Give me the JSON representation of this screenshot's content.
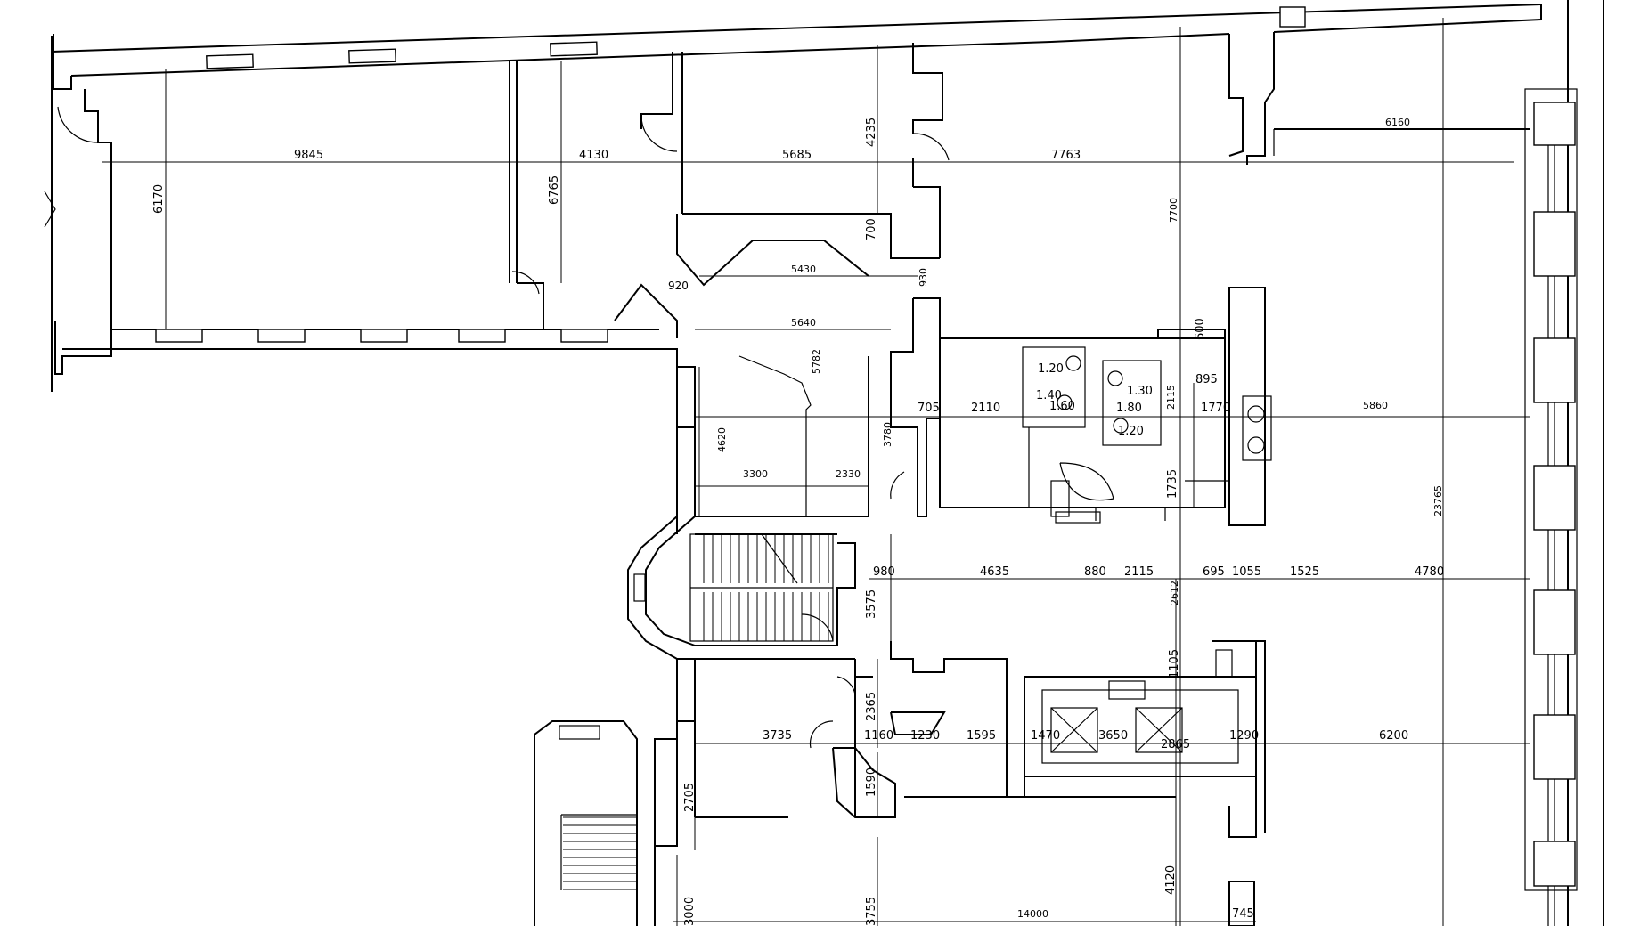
{
  "plan": {
    "dimensions": {
      "d9845": "9845",
      "d4130": "4130",
      "d5685": "5685",
      "d7763": "7763",
      "d6160": "6160",
      "d6170": "6170",
      "d6765": "6765",
      "d4235": "4235",
      "d7700": "7700",
      "d700": "700",
      "d930": "930",
      "d920": "920",
      "d5430": "5430",
      "d5640": "5640",
      "d5782": "5782",
      "d600": "600",
      "d895": "895",
      "d4620": "4620",
      "d3300": "3300",
      "d2330": "2330",
      "d3780": "3780",
      "d705": "705",
      "d2110": "2110",
      "d1770": "1770",
      "d5860": "5860",
      "d2115v": "2115",
      "d1735": "1735",
      "d1_20a": "1.20",
      "d1_40": "1.40",
      "d1_60": "1.60",
      "d1_30": "1.30",
      "d1_80": "1.80",
      "d1_20b": "1.20",
      "d23765": "23765",
      "d980": "980",
      "d4635": "4635",
      "d880": "880",
      "d2115": "2115",
      "d695": "695",
      "d1055": "1055",
      "d1525": "1525",
      "d4780": "4780",
      "d2612": "2612",
      "d3575": "3575",
      "d1105": "1105",
      "d2365": "2365",
      "d3735": "3735",
      "d1160": "1160",
      "d1230": "1230",
      "d1595": "1595",
      "d1470": "1470",
      "d3650": "3650",
      "d2865": "2865",
      "d1290": "1290",
      "d6200": "6200",
      "d2705": "2705",
      "d1590": "1590",
      "d4120": "4120",
      "d3000": "3000",
      "d3755": "3755",
      "d14000": "14000",
      "d745": "745"
    }
  }
}
